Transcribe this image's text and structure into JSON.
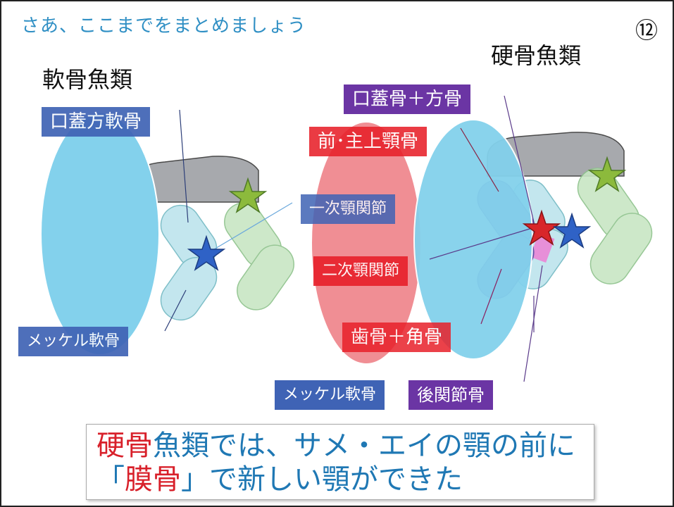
{
  "slide": {
    "subtitle": "さあ、ここまでをまとめましょう",
    "page_number": "⑫"
  },
  "cartilaginous": {
    "heading": "軟骨魚類",
    "label_palatoquadrate": "口蓋方軟骨",
    "label_meckel": "メッケル軟骨"
  },
  "bony": {
    "heading": "硬骨魚類",
    "label_palatine_quadrate": "口蓋骨＋方骨",
    "label_premaxilla_maxilla": "前･主上顎骨",
    "label_primary_joint": "一次顎関節",
    "label_secondary_joint": "二次顎関節",
    "label_dentary_angular": "歯骨＋角骨",
    "label_meckel": "メッケル軟骨",
    "label_articular": "後関節骨"
  },
  "note": {
    "line1_hl": "硬骨",
    "line1_rest": "魚類では、サメ・エイの顎の前に",
    "line2_open": "「",
    "line2_hl": "膜骨",
    "line2_rest": "」で新しい顎ができた"
  },
  "colors": {
    "blue_label": "#3f63b5",
    "purple_label": "#6b35a4",
    "red_label": "#e8202a",
    "subtitle_blue": "#2f8fc4",
    "highlight_red": "#d8202a"
  }
}
